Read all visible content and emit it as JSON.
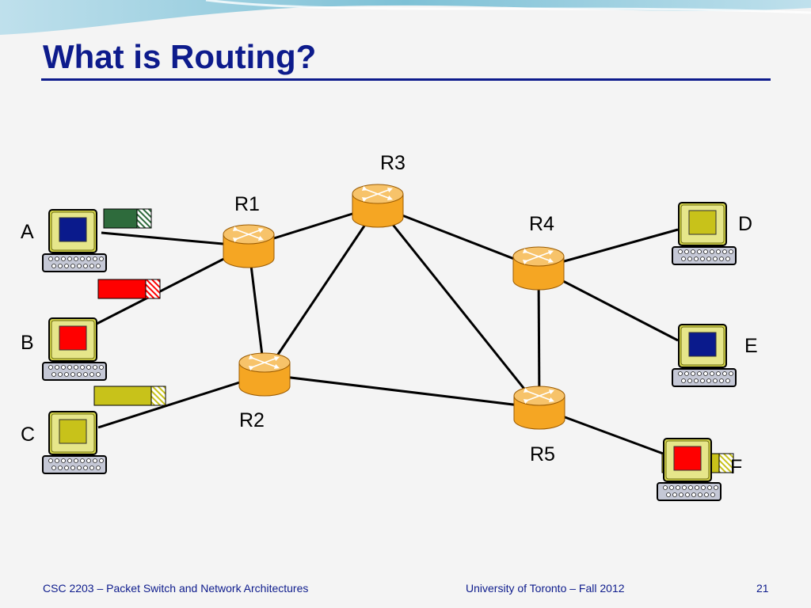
{
  "slide": {
    "title": "What is Routing?",
    "footer_left": "CSC 2203 – Packet Switch and Network Architectures",
    "footer_center": "University of Toronto – Fall 2012",
    "page_number": "21"
  },
  "colors": {
    "title": "#0d1b8c",
    "router_body": "#f5a623",
    "router_top": "#f7c36a",
    "monitor_bezel": "#d4d44c",
    "packet_green": "#2e6b3c",
    "packet_red": "#ff0000",
    "packet_olive": "#c8c21a"
  },
  "routers": [
    {
      "id": "R1",
      "label": "R1"
    },
    {
      "id": "R2",
      "label": "R2"
    },
    {
      "id": "R3",
      "label": "R3"
    },
    {
      "id": "R4",
      "label": "R4"
    },
    {
      "id": "R5",
      "label": "R5"
    }
  ],
  "hosts": [
    {
      "id": "A",
      "label": "A",
      "screen_color": "#0a1a8c"
    },
    {
      "id": "B",
      "label": "B",
      "screen_color": "#ff0000"
    },
    {
      "id": "C",
      "label": "C",
      "screen_color": "#c8c21a"
    },
    {
      "id": "D",
      "label": "D",
      "screen_color": "#c8c21a"
    },
    {
      "id": "E",
      "label": "E",
      "screen_color": "#0a1a8c"
    },
    {
      "id": "F",
      "label": "F",
      "screen_color": "#ff0000"
    }
  ],
  "links": [
    [
      "A",
      "R1"
    ],
    [
      "B",
      "R1"
    ],
    [
      "C",
      "R2"
    ],
    [
      "R1",
      "R3"
    ],
    [
      "R1",
      "R2"
    ],
    [
      "R2",
      "R3"
    ],
    [
      "R2",
      "R5"
    ],
    [
      "R3",
      "R4"
    ],
    [
      "R3",
      "R5"
    ],
    [
      "R4",
      "R5"
    ],
    [
      "R4",
      "D"
    ],
    [
      "R4",
      "E"
    ],
    [
      "R5",
      "F"
    ]
  ],
  "packets": [
    {
      "id": "packet-green",
      "color": "#2e6b3c"
    },
    {
      "id": "packet-red",
      "color": "#ff0000"
    },
    {
      "id": "packet-olive-c",
      "color": "#c8c21a"
    },
    {
      "id": "packet-olive-f",
      "color": "#c8c21a"
    }
  ]
}
